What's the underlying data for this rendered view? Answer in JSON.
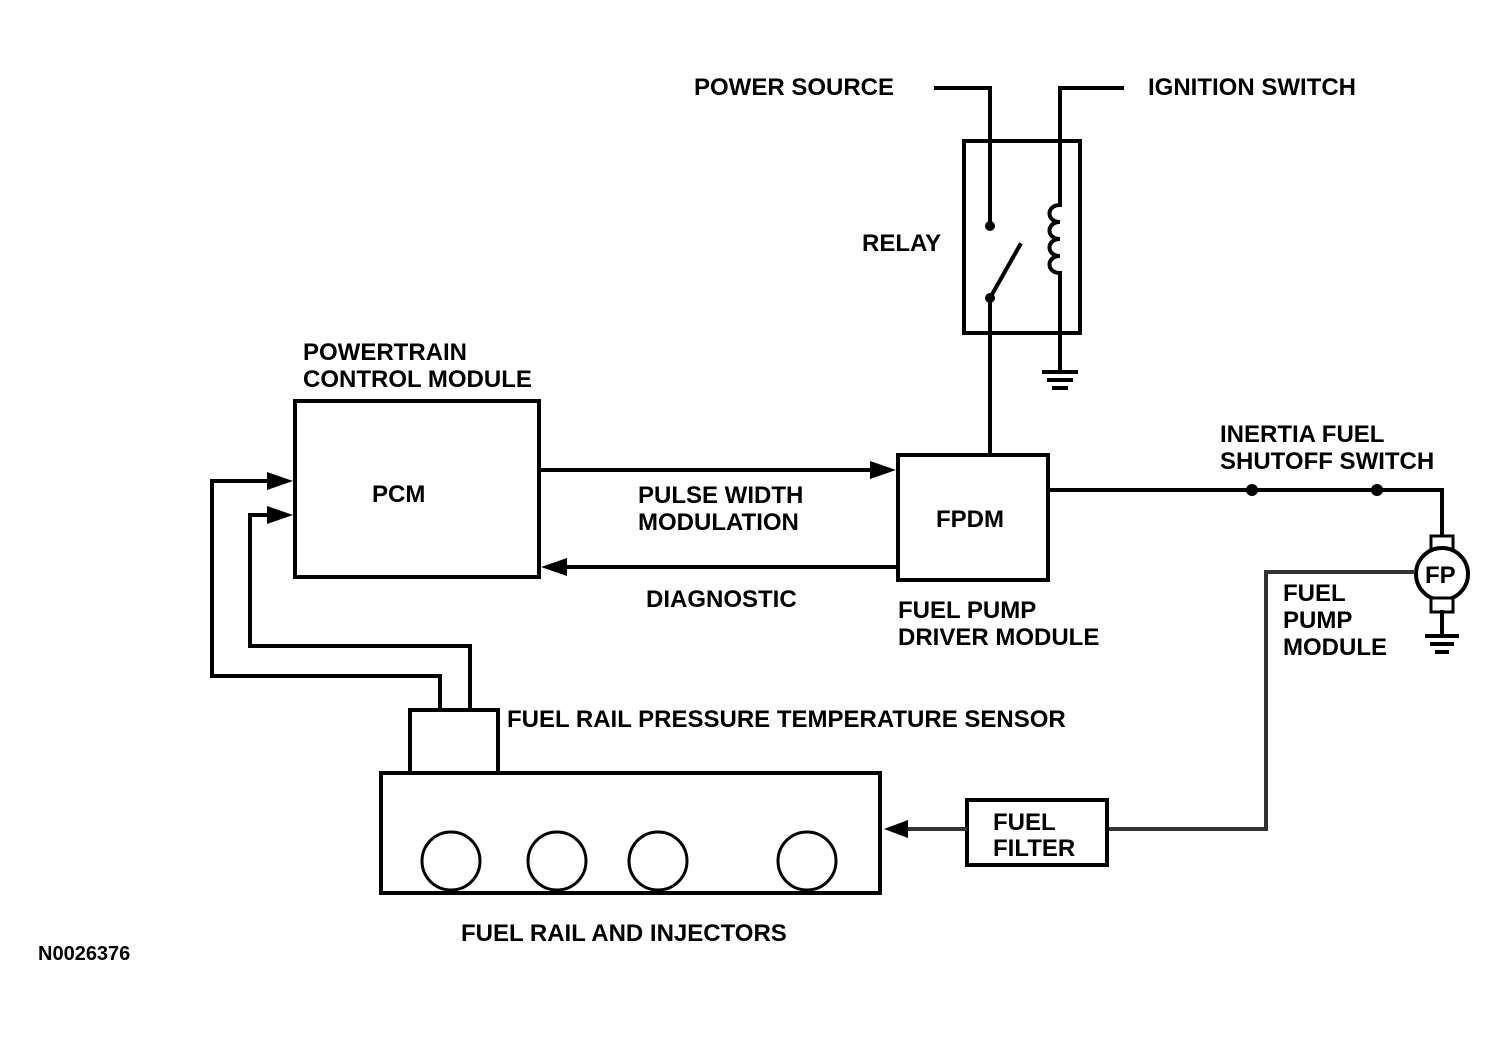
{
  "labels": {
    "power_source": "POWER SOURCE",
    "ignition_switch": "IGNITION SWITCH",
    "relay": "RELAY",
    "pcm_title_1": "POWERTRAIN",
    "pcm_title_2": "CONTROL MODULE",
    "pcm": "PCM",
    "pwm_1": "PULSE WIDTH",
    "pwm_2": "MODULATION",
    "diagnostic": "DIAGNOSTIC",
    "fpdm": "FPDM",
    "fpdm_name_1": "FUEL PUMP",
    "fpdm_name_2": "DRIVER MODULE",
    "inertia_1": "INERTIA FUEL",
    "inertia_2": "SHUTOFF SWITCH",
    "fp": "FP",
    "fpm_1": "FUEL",
    "fpm_2": "PUMP",
    "fpm_3": "MODULE",
    "sensor": "FUEL RAIL PRESSURE TEMPERATURE SENSOR",
    "filter_1": "FUEL",
    "filter_2": "FILTER",
    "rail": "FUEL RAIL AND INJECTORS",
    "figure_id": "N0026376"
  },
  "colors": {
    "line": "#000000",
    "background": "#ffffff"
  }
}
